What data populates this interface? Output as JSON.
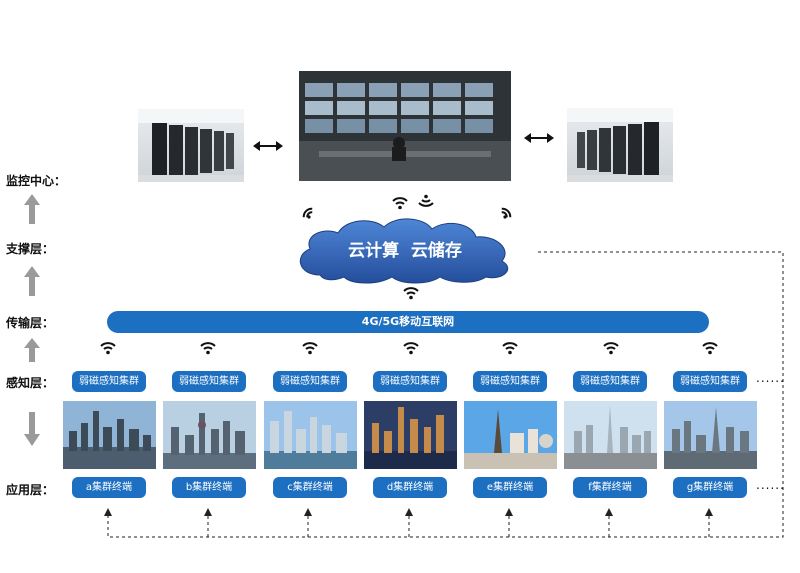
{
  "layers": [
    {
      "id": "monitor",
      "label": "监控中心："
    },
    {
      "id": "support",
      "label": "支撑层："
    },
    {
      "id": "transport",
      "label": "传输层："
    },
    {
      "id": "sensing",
      "label": "感知层："
    },
    {
      "id": "application",
      "label": "应用层："
    }
  ],
  "cloud_text": "云计算  云储存",
  "network_bar": "4G/5G移动互联网",
  "sensor_clusters": [
    "弱磁感知集群",
    "弱磁感知集群",
    "弱磁感知集群",
    "弱磁感知集群",
    "弱磁感知集群",
    "弱磁感知集群",
    "弱磁感知集群"
  ],
  "terminals": [
    "a集群终端",
    "b集群终端",
    "c集群终端",
    "d集群终端",
    "e集群终端",
    "f集群终端",
    "g集群终端"
  ],
  "ellipsis": "......",
  "colors": {
    "accent_blue": "#1d6fc1",
    "cloud_blue": "#2f63b7",
    "arrow_gray": "#9a9a9a"
  }
}
